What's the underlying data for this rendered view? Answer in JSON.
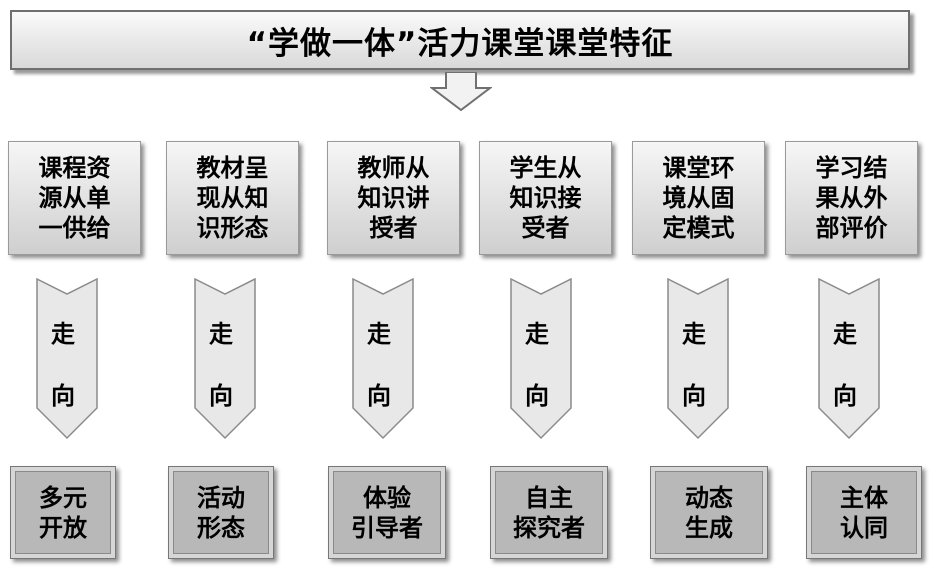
{
  "title": "“学做一体”活力课堂课堂特征",
  "columns": [
    {
      "source": "课程资\n源从单\n一供给",
      "transition": [
        "走",
        "向"
      ],
      "target": "多元\n开放"
    },
    {
      "source": "教材呈\n现从知\n识形态",
      "transition": [
        "走",
        "向"
      ],
      "target": "活动\n形态"
    },
    {
      "source": "教师从\n知识讲\n授者",
      "transition": [
        "走",
        "向"
      ],
      "target": "体验\n引导者"
    },
    {
      "source": "学生从\n知识接\n受者",
      "transition": [
        "走",
        "向"
      ],
      "target": "自主\n探究者"
    },
    {
      "source": "课堂环\n境从固\n定模式",
      "transition": [
        "走",
        "向"
      ],
      "target": "动态\n生成"
    },
    {
      "source": "学习结\n果从外\n部评价",
      "transition": [
        "走",
        "向"
      ],
      "target": "主体\n认同"
    }
  ],
  "colors": {
    "box_top": "#f6f6f6",
    "box_bottom": "#cfcfcf",
    "chevron_fill": "#e8e8e8",
    "chevron_stroke": "#8a8a8a",
    "target_fill": "#b8b8b8"
  }
}
